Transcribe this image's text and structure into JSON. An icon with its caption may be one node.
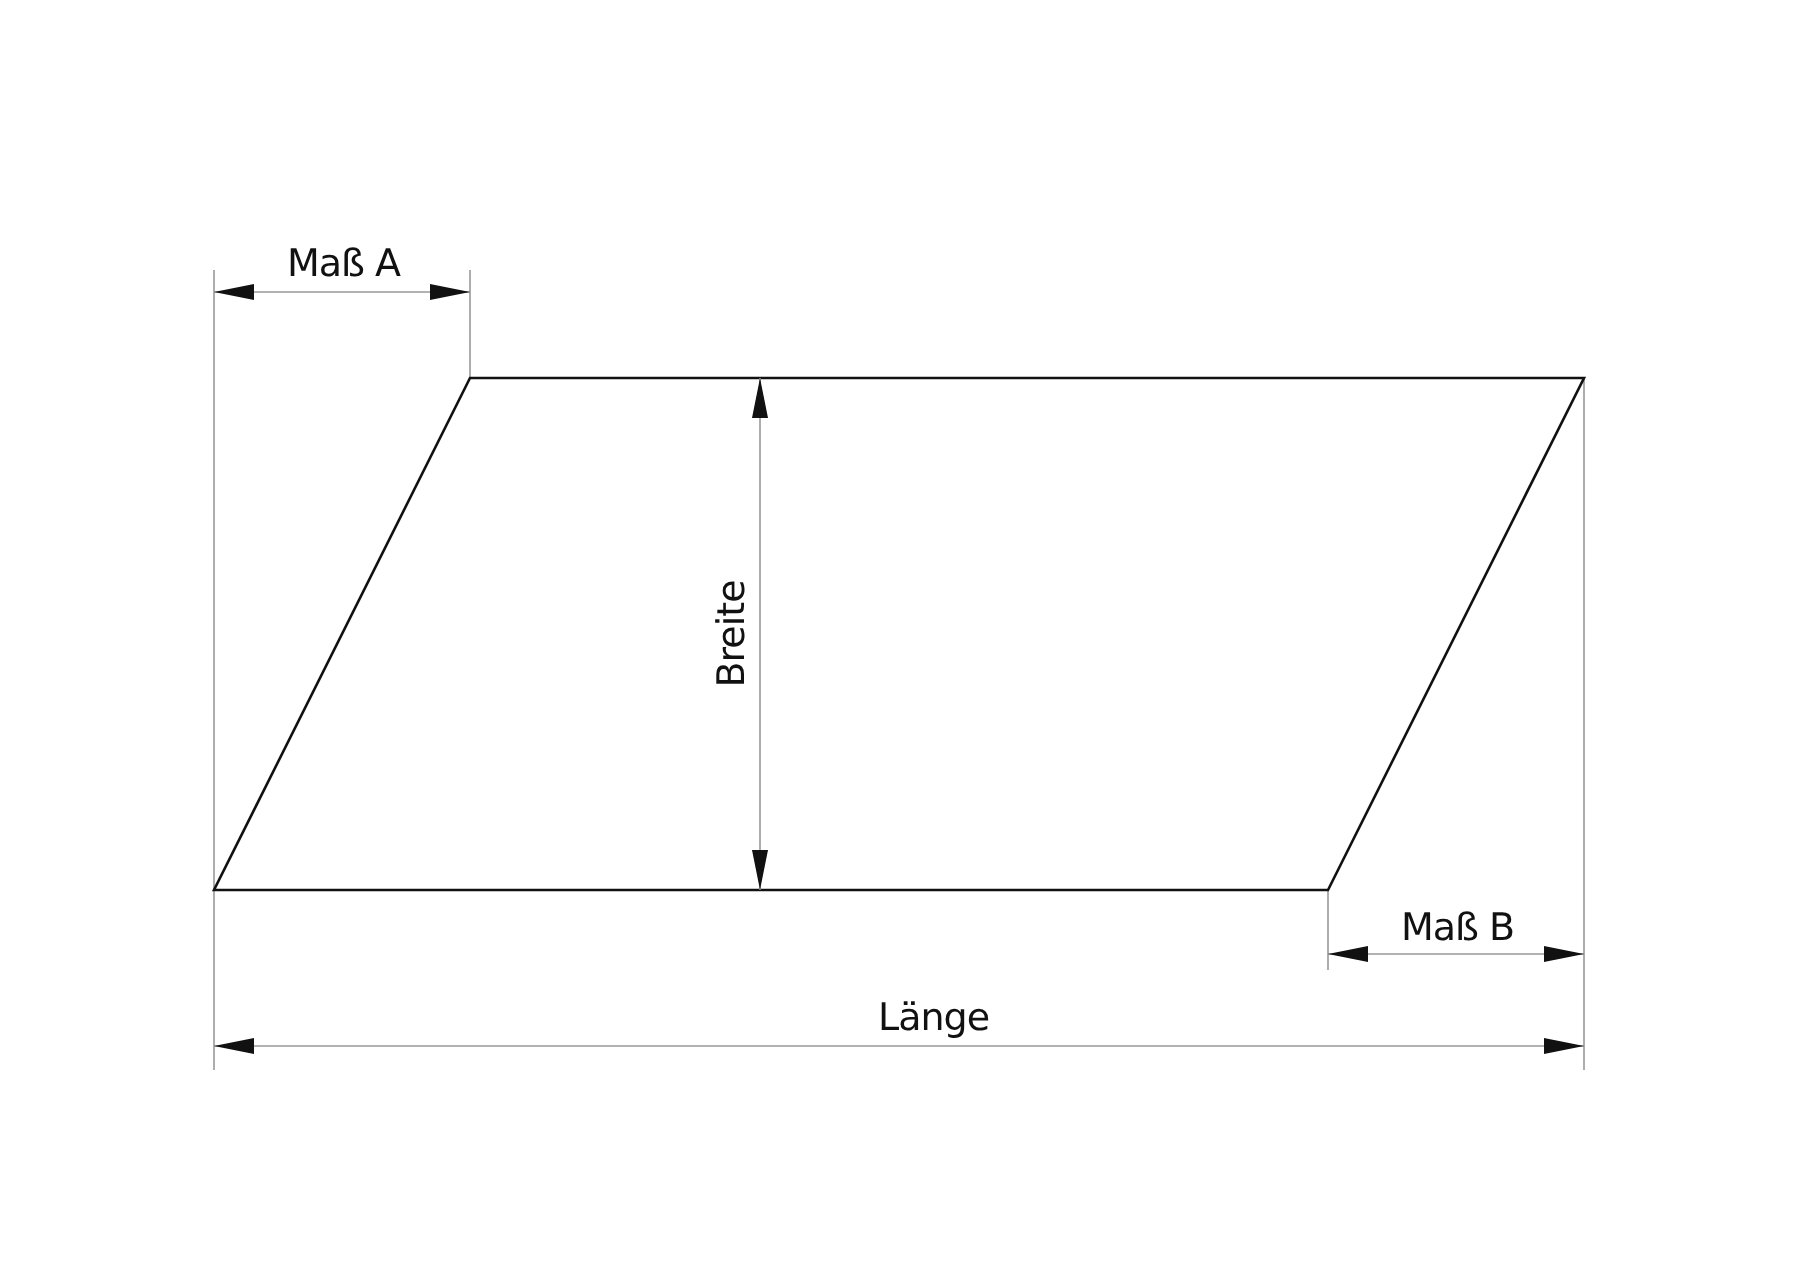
{
  "diagram": {
    "labels": [
      "Maß A",
      "Breite",
      "Maß B",
      "Länge"
    ]
  }
}
